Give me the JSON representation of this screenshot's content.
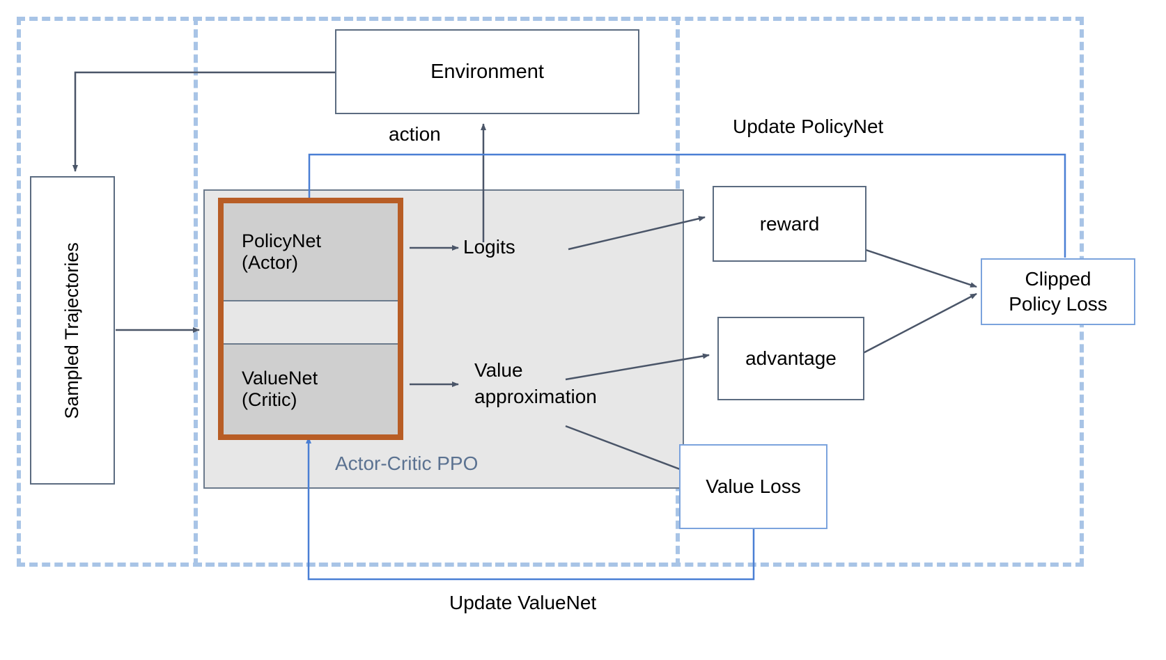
{
  "diagram": {
    "title_caption": "Actor-Critic PPO",
    "groups": [
      {
        "name": "sampling-group"
      },
      {
        "name": "ppo-group"
      }
    ],
    "nodes": {
      "environment": {
        "label": "Environment"
      },
      "sampled_trajectories": {
        "label": "Sampled Trajectories"
      },
      "policynet": {
        "line1": "PolicyNet",
        "line2": "(Actor)"
      },
      "valuenet": {
        "line1": "ValueNet",
        "line2": "(Critic)"
      },
      "logits": {
        "label": "Logits"
      },
      "value_approximation": {
        "line1": "Value",
        "line2": "approximation"
      },
      "reward": {
        "label": "reward"
      },
      "advantage": {
        "label": "advantage"
      },
      "clipped_policy_loss": {
        "line1": "Clipped",
        "line2": "Policy Loss"
      },
      "value_loss": {
        "label": "Value Loss"
      }
    },
    "edge_labels": {
      "action": "action",
      "update_policynet": "Update PolicyNet",
      "update_valuenet": "Update ValueNet"
    },
    "colors": {
      "dashed_group": "#a8c4e6",
      "dark_stroke": "#4a5568",
      "blue_stroke": "#4a7fd4",
      "blue_box_border": "#7ba3dd",
      "accent_orange": "#b85d25",
      "ppo_fill": "#e7e7e7",
      "net_fill": "#cfcfcf",
      "caption_text": "#5b7291"
    }
  }
}
